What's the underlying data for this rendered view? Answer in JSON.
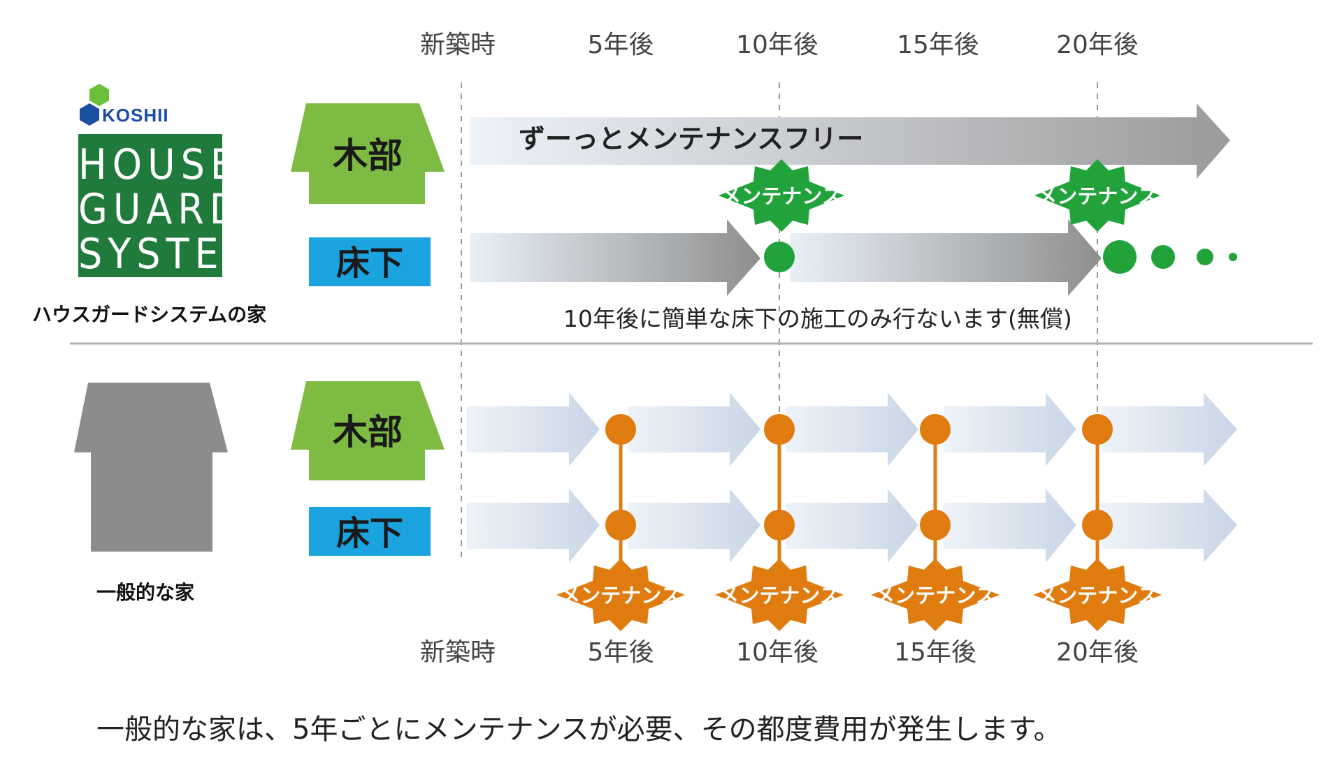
{
  "timeline": {
    "labels": [
      "新築時",
      "5年後",
      "10年後",
      "15年後",
      "20年後"
    ]
  },
  "house_guard": {
    "logo": {
      "brand": "KOSHII",
      "lines": [
        "HOUSE",
        "GUARD",
        "SYSTEM"
      ]
    },
    "caption": "ハウスガードシステムの家",
    "wood_label": "木部",
    "underfloor_label": "床下",
    "wood_arrow_text": "ずーっとメンテナンスフリー",
    "maintenance_badge": "メンテナンス",
    "underfloor_note": "10年後に簡単な床下の施工のみ行ないます(無償)"
  },
  "general": {
    "caption": "一般的な家",
    "wood_label": "木部",
    "underfloor_label": "床下",
    "maintenance_badge": "メンテナンス"
  },
  "footer_note": "一般的な家は、5年ごとにメンテナンスが必要、その都度費用が発生します。",
  "colors": {
    "green_house": "#7dbb42",
    "blue_label": "#1aa3de",
    "logo_green": "#1f7a3c",
    "green_badge": "#22a23a",
    "orange_badge": "#e07b0f",
    "gray_house": "#8c8c8c"
  }
}
